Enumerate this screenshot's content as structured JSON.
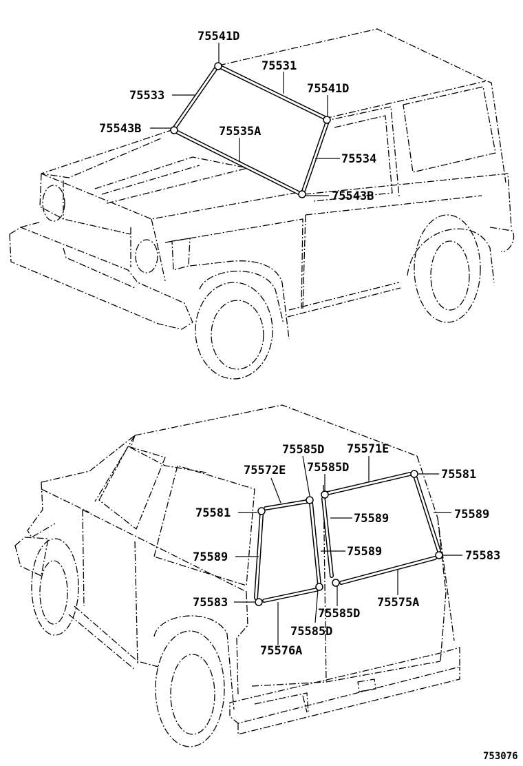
{
  "top_view": {
    "labels": {
      "wiper_upper_corner": "75541D",
      "windshield_upper_moulding": "75531",
      "right_upper_corner": "75541D",
      "left_side_moulding": "75533",
      "left_lower_corner": "75543B",
      "windshield_lower_moulding": "75535A",
      "right_side_moulding": "75534",
      "right_lower_corner": "75543B"
    }
  },
  "bottom_view": {
    "labels": {
      "left_glass_upper_mid": "75585D",
      "right_glass_upper": "75571E",
      "left_glass_upper": "75572E",
      "right_glass_upper_mid": "75585D",
      "right_glass_top_corner": "75581",
      "left_glass_top_corner": "75581",
      "center_pillar_right": "75589",
      "right_glass_side": "75589",
      "left_glass_side": "75589",
      "center_pillar_left": "75589",
      "right_glass_bottom_corner": "75583",
      "left_glass_bottom_corner": "75583",
      "right_glass_lower_mid": "75585D",
      "right_glass_lower": "75575A",
      "left_glass_lower_mid": "75585D",
      "left_glass_lower": "75576A"
    }
  },
  "reference_number": "753076"
}
